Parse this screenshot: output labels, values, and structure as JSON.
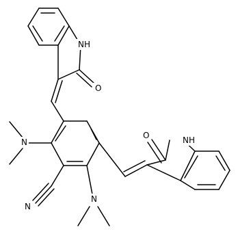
{
  "molecule": {
    "labels": {
      "nh_top": "NH",
      "o_top": "O",
      "nh_right": "NH",
      "o_right": "O",
      "n_left": "N",
      "n_bottom": "N",
      "n_nitrile": "N"
    }
  }
}
